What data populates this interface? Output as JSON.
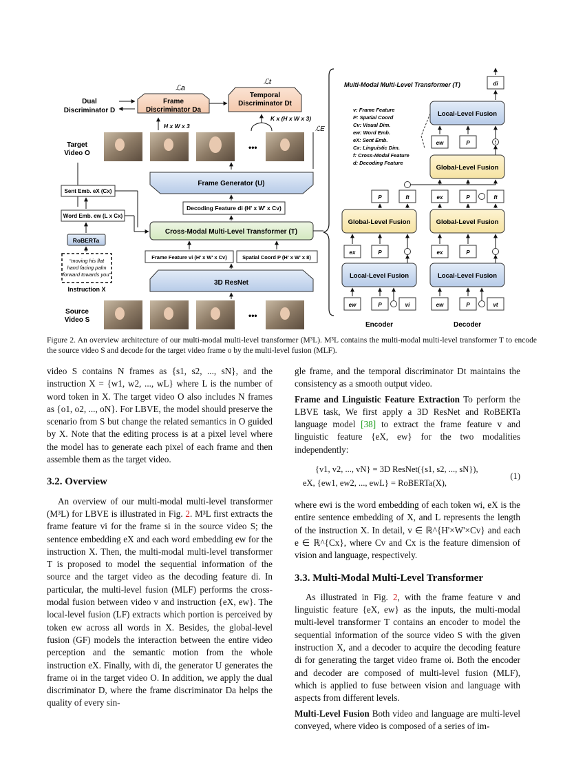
{
  "figure": {
    "loss_a": "ℒa",
    "loss_t": "ℒt",
    "loss_e": "ℒE",
    "dual_disc": "Dual Discriminator D",
    "frame_disc": "Frame Discriminator Da",
    "temporal_disc": "Temporal Discriminator Dt",
    "dim_hw3": "H x W x 3",
    "dim_khw3": "K x (H x W x 3)",
    "target_video": "Target Video O",
    "source_video": "Source Video S",
    "ellipsis": "•••",
    "frame_generator": "Frame Generator (U)",
    "decoding_feature": "Decoding Feature di (H' x W' x Cv)",
    "sent_emb": "Sent Emb. eX (Cx)",
    "word_emb": "Word Emb. ew (L x Cx)",
    "roberta": "RoBERTa",
    "cmmlt": "Cross-Modal Multi-Level Transformer (T)",
    "frame_feature": "Frame Feature vi (H' x W' x Cv)",
    "spatial_coord": "Spatial Coord P (H' x W' x 8)",
    "resnet": "3D ResNet",
    "instruction_text": "“moving his flat hand facing palm forward towards you”",
    "instruction_label": "Instruction X",
    "right_title": "Multi-Modal Multi-Level Transformer (T)",
    "legend": [
      "v: Frame Feature",
      "P: Spatial Coord",
      "Cv: Visual Dim.",
      "ew: Word Emb.",
      "eX: Sent Emb.",
      "Cx: Linguistic Dim.",
      "f: Cross-Modal Feature",
      "d: Decoding Feature"
    ],
    "local_fusion": "Local-Level Fusion",
    "global_fusion": "Global-Level Fusion",
    "encoder": "Encoder",
    "decoder": "Decoder",
    "sym_ew": "ew",
    "sym_ex": "ex",
    "sym_p": "P",
    "sym_vi": "vi",
    "sym_vt": "vt",
    "sym_ft": "ft",
    "sym_di": "di",
    "sym_f": "f",
    "sym_plus": "+"
  },
  "caption": "Figure 2. An overview architecture of our multi-modal multi-level transformer (M³L). M³L contains the multi-modal multi-level transformer T to encode the source video S and decode for the target video frame o by the multi-level fusion (MLF).",
  "left": {
    "p1": "video S contains N frames as {s1, s2, ..., sN}, and the instruction X = {w1, w2, ..., wL} where L is the number of word token in X. The target video O also includes N frames as {o1, o2, ..., oN}. For LBVE, the model should preserve the scenario from S but change the related semantics in O guided by X. Note that the editing process is at a pixel level where the model has to generate each pixel of each frame and then assemble them as the target video.",
    "h32": "3.2. Overview",
    "p2a": "An overview of our multi-modal multi-level transformer (M³L) for LBVE is illustrated in Fig. ",
    "p2ref": "2",
    "p2b": ". M³L first extracts the frame feature vi for the frame si in the source video S; the sentence embedding eX and each word embedding ew for the instruction X. Then, the multi-modal multi-level transformer T is proposed to model the sequential information of the source and the target video as the decoding feature di. In particular, the multi-level fusion (MLF) performs the cross-modal fusion between video v and instruction {eX, ew}. The local-level fusion (LF) extracts which portion is perceived by token ew across all words in X. Besides, the global-level fusion (GF) models the interaction between the entire video perception and the semantic motion from the whole instruction eX. Finally, with di, the generator U generates the frame oi in the target video O. In addition, we apply the dual discriminator D, where the frame discriminator Da helps the quality of every sin-"
  },
  "right": {
    "p1": "gle frame, and the temporal discriminator Dt maintains the consistency as a smooth output video.",
    "h_fle": "Frame and Linguistic Feature Extraction",
    "p2a": " To perform the LBVE task, We first apply a 3D ResNet and RoBERTa language model ",
    "p2cite": "[38]",
    "p2b": " to extract the frame feature v and linguistic feature {eX, ew} for the two modalities independently:",
    "eq1": "{v1, v2, ..., vN} = 3D ResNet({s1, s2, ..., sN}),",
    "eq2": "eX, {ew1, ew2, ..., ewL} = RoBERTa(X),",
    "eqnum": "(1)",
    "p3": "where ewi is the word embedding of each token wi, eX is the entire sentence embedding of X, and L represents the length of the instruction X. In detail, v ∈ ℝ^{H'×W'×Cv} and each e ∈ ℝ^{Cx}, where Cv and Cx is the feature dimension of vision and language, respectively.",
    "h33": "3.3. Multi-Modal Multi-Level Transformer",
    "p4a": "As illustrated in Fig. ",
    "p4ref": "2",
    "p4b": ", with the frame feature v and linguistic feature {eX, ew} as the inputs, the multi-modal multi-level transformer T contains an encoder to model the sequential information of the source video S with the given instruction X, and a decoder to acquire the decoding feature di for generating the target video frame oi. Both the encoder and decoder are composed of multi-level fusion (MLF), which is applied to fuse between vision and language with aspects from different levels.",
    "h_mlf": "Multi-Level Fusion",
    "p5": " Both video and language are multi-level conveyed, where video is composed of a series of im-"
  }
}
